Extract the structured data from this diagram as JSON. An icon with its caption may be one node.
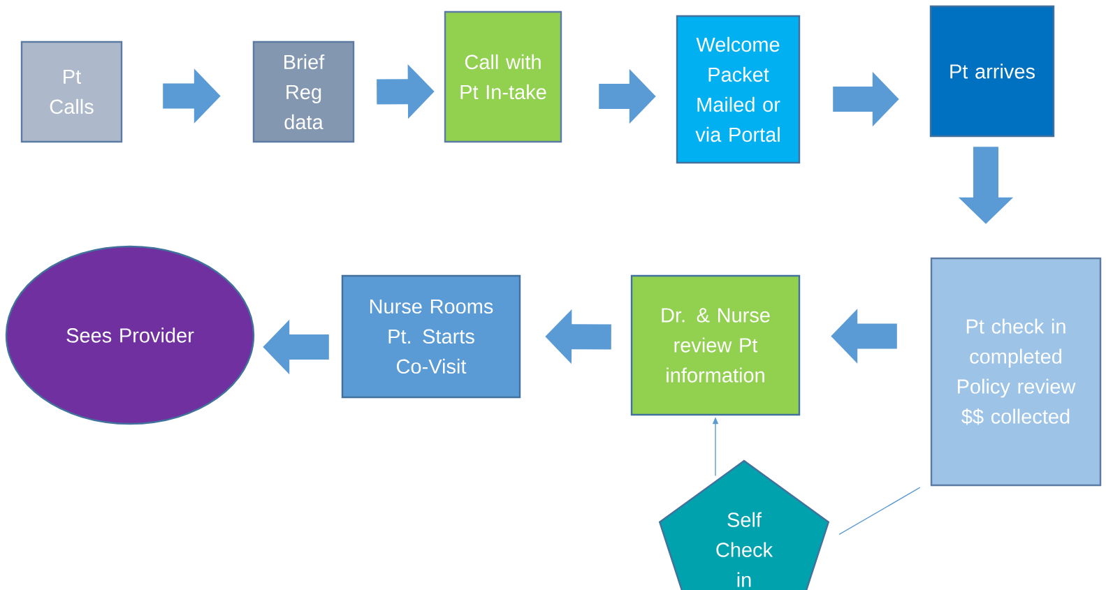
{
  "diagram": {
    "nodes": [
      {
        "text": [
          "Pt Calls"
        ]
      },
      {
        "text": [
          "Brief Reg data"
        ]
      },
      {
        "text": [
          "Call with Pt In-take"
        ]
      },
      {
        "text": [
          "Welcome Packet Mailed or via Portal"
        ]
      },
      {
        "text": [
          "Pt arrives"
        ]
      },
      {
        "text": [
          "Pt check in completed Policy review $$ collected"
        ]
      },
      {
        "text": [
          "Dr. & Nurse review Pt information"
        ]
      },
      {
        "text": [
          "Nurse Rooms Pt. Starts Co-Visit"
        ]
      },
      {
        "text": [
          "Sees Provider"
        ]
      },
      {
        "text": [
          "Self Check in"
        ]
      }
    ],
    "edges": [
      {
        "from": 0,
        "to": 1,
        "arrow": "to"
      },
      {
        "from": 1,
        "to": 2,
        "arrow": "to"
      },
      {
        "from": 2,
        "to": 3,
        "arrow": "to"
      },
      {
        "from": 3,
        "to": 4,
        "arrow": "to"
      },
      {
        "from": 4,
        "to": 5,
        "arrow": "to"
      },
      {
        "from": 5,
        "to": 6,
        "arrow": "to"
      },
      {
        "from": 6,
        "to": 7,
        "arrow": "to"
      },
      {
        "from": 7,
        "to": 8,
        "arrow": "to"
      },
      {
        "from": 9,
        "to": 6,
        "arrow": "to"
      },
      {
        "from": 9,
        "to": 5,
        "arrow": "none"
      }
    ]
  }
}
